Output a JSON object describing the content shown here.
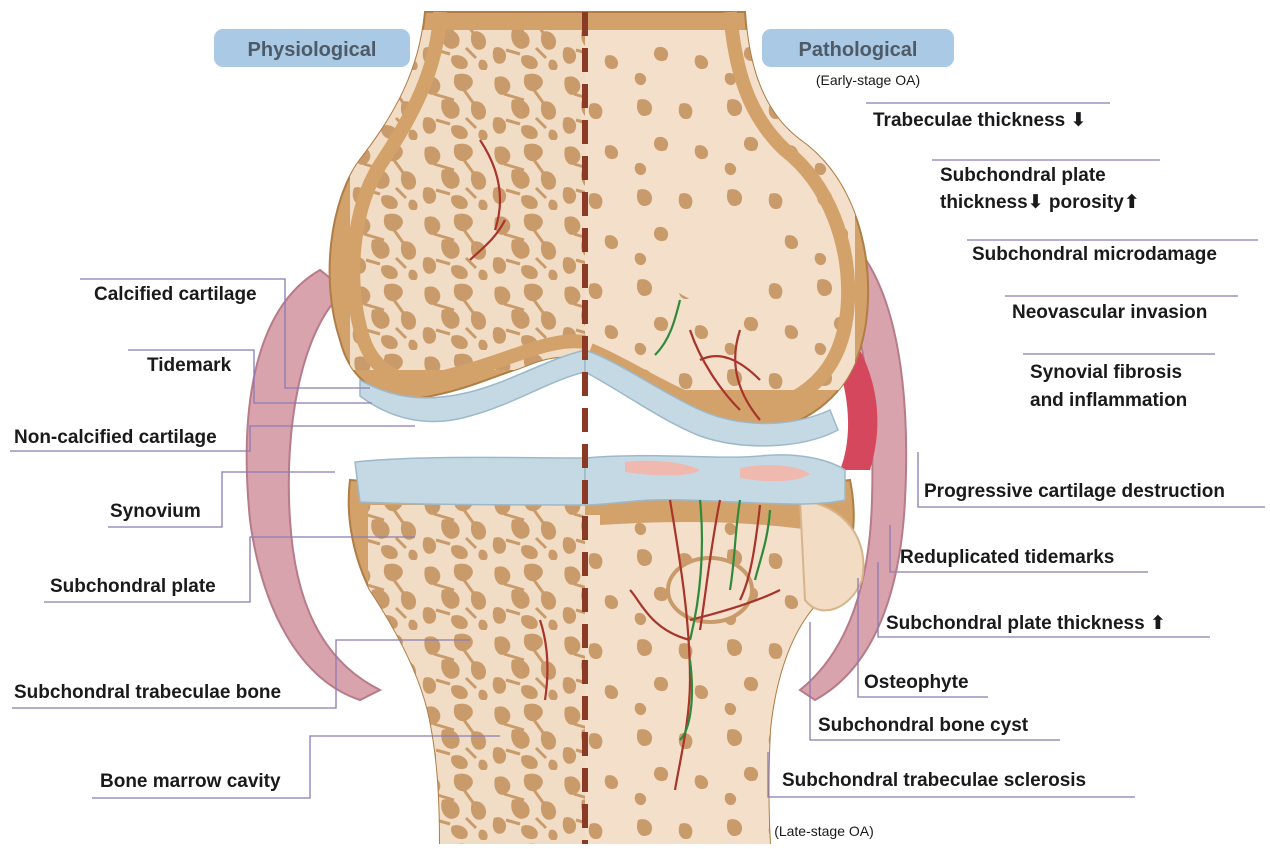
{
  "headers": {
    "left": "Physiological",
    "right": "Pathological",
    "right_sub": "(Early-stage OA)",
    "bottom_sub": "(Late-stage OA)"
  },
  "labels_left": [
    "Calcified cartilage",
    "Tidemark",
    "Non-calcified cartilage",
    "Synovium",
    "Subchondral plate",
    "Subchondral trabeculae bone",
    "Bone marrow cavity"
  ],
  "labels_right": {
    "trabeculae_thickness": "Trabeculae thickness",
    "plate_line1": "Subchondral  plate",
    "plate_line2": "thickness",
    "plate_porosity": " porosity",
    "microdamage": "Subchondral microdamage",
    "neovascular": "Neovascular invasion",
    "fibrosis_line1": "Synovial fibrosis",
    "fibrosis_line2": "and inflammation",
    "cartilage_destruction": "Progressive cartilage destruction",
    "tidemarks": "Reduplicated tidemarks",
    "plate_thickness_up": "Subchondral plate thickness",
    "osteophyte": "Osteophyte",
    "bone_cyst": "Subchondral bone cyst",
    "sclerosis": "Subchondral trabeculae sclerosis"
  },
  "colors": {
    "bone_cortex": "#d3a26a",
    "bone_fill": "#f4dcc4",
    "trabecula": "#c99b6b",
    "marrow": "#f1dcc5",
    "cartilage": "#c4d9e4",
    "synovium": "#d9a3ae",
    "synovium_inflamed": "#d5475c",
    "header_box": "#a9c9e4",
    "vessel_red": "#a8342a",
    "vessel_green": "#2e8a3a",
    "divider": "#8b3a26",
    "leader_line": "#8a7bb5"
  }
}
